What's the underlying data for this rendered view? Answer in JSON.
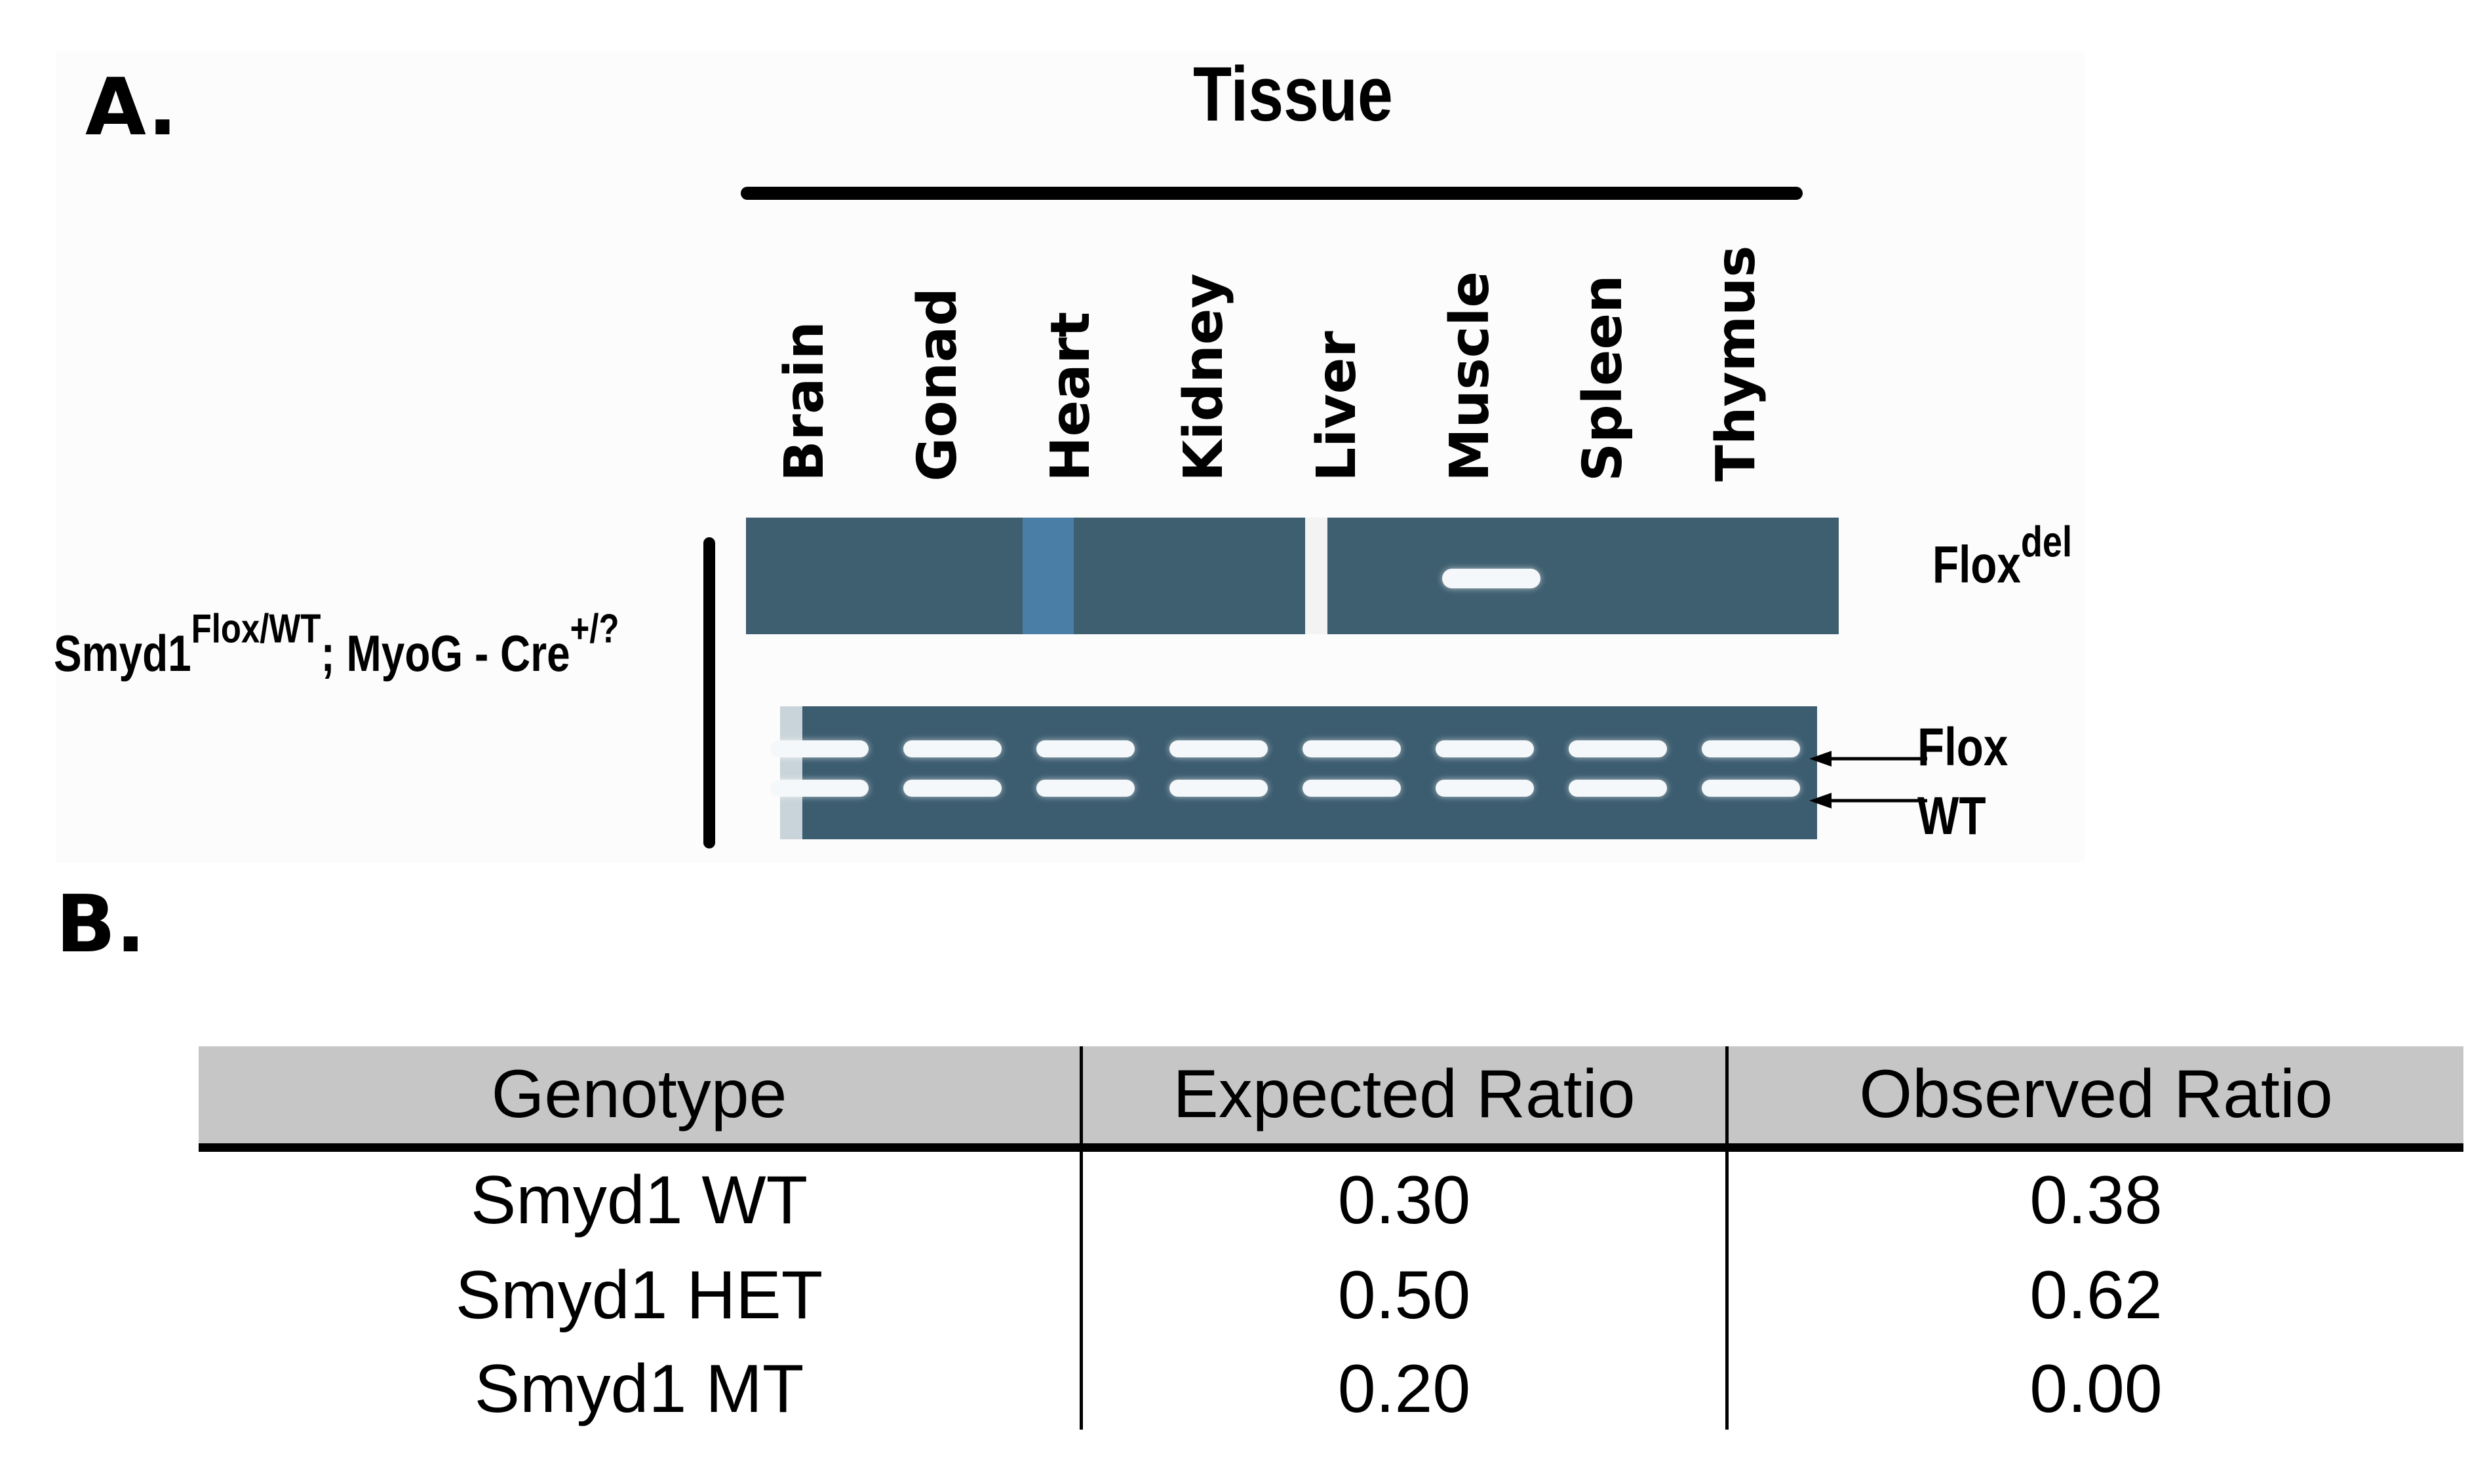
{
  "panel_a": {
    "label": "A.",
    "tissue_title": "Tissue",
    "lanes": [
      "Brain",
      "Gonad",
      "Heart",
      "Kidney",
      "Liver",
      "Muscle",
      "Spleen",
      "Thymus"
    ],
    "genotype": {
      "base": "Smyd1",
      "sup1": "Flox/WT",
      "mid": "; MyoG - Cre",
      "sup2": "+/?"
    },
    "floxdel": {
      "base": "Flox",
      "sup": "del"
    },
    "flox_label": "Flox",
    "wt_label": "WT",
    "floxdel_band_lanes": [
      "Muscle"
    ]
  },
  "panel_b": {
    "label": "B.",
    "table": {
      "headers": [
        "Genotype",
        "Expected Ratio",
        "Observed Ratio"
      ],
      "rows": [
        [
          "Smyd1 WT",
          "0.30",
          "0.38"
        ],
        [
          "Smyd1 HET",
          "0.50",
          "0.62"
        ],
        [
          "Smyd1 MT",
          "0.20",
          "0.00"
        ]
      ]
    }
  }
}
